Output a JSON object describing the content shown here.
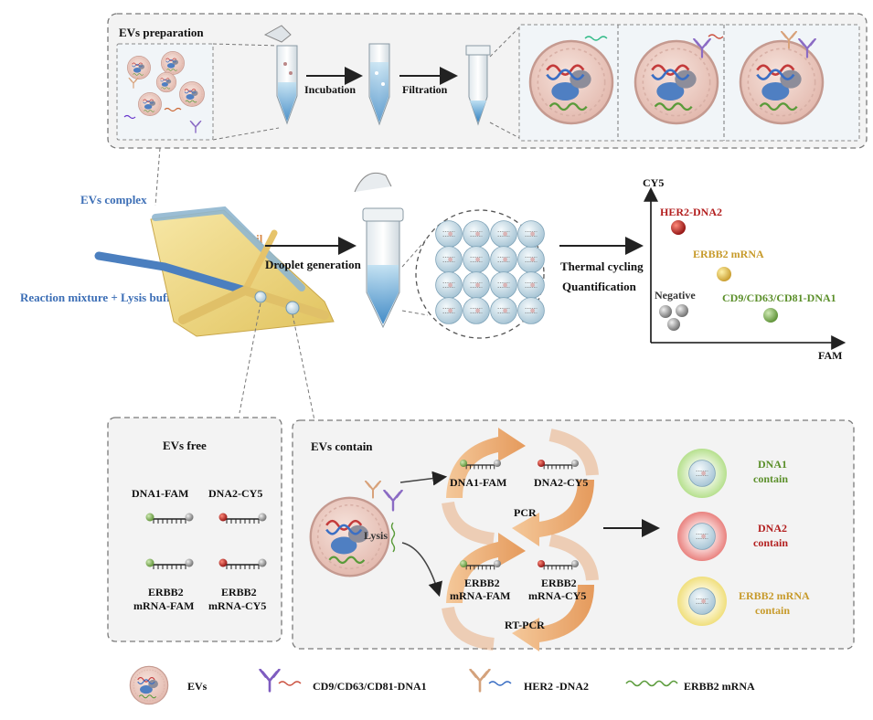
{
  "top": {
    "title": "EVs preparation",
    "step1": "Incubation",
    "step2": "Filtration"
  },
  "chip": {
    "input1": "EVs complex",
    "input2": "Reaction mixture + Lysis buffer",
    "oil": "Oil",
    "step": "Droplet generation"
  },
  "process": {
    "line1": "Thermal cycling",
    "line2": "Quantification"
  },
  "scatter": {
    "ylabel": "CY5",
    "xlabel": "FAM",
    "clusters": [
      {
        "label": "HER2-DNA2",
        "color": "#b31f1f"
      },
      {
        "label": "ERBB2 mRNA",
        "color": "#d4a92c"
      },
      {
        "label": "Negative",
        "color": "#8a8a8a"
      },
      {
        "label": "CD9/CD63/CD81-DNA1",
        "color": "#6aa84f"
      }
    ]
  },
  "free": {
    "title": "EVs free",
    "probes": [
      {
        "line1": "DNA1-FAM",
        "line2": ""
      },
      {
        "line1": "DNA2-CY5",
        "line2": ""
      },
      {
        "line1": "ERBB2",
        "line2": "mRNA-FAM"
      },
      {
        "line1": "ERBB2",
        "line2": "mRNA-CY5"
      }
    ]
  },
  "contain": {
    "title": "EVs contain",
    "lysis": "Lysis",
    "pcr_left": "DNA1-FAM",
    "pcr_right": "DNA2-CY5",
    "pcr": "PCR",
    "rt_left1": "ERBB2",
    "rt_left2": "mRNA-FAM",
    "rt_right1": "ERBB2",
    "rt_right2": "mRNA-CY5",
    "rtpcr": "RT-PCR",
    "results": [
      {
        "line1": "DNA1",
        "line2": "contain",
        "color": "#5b8f2a"
      },
      {
        "line1": "DNA2",
        "line2": "contain",
        "color": "#b31f1f"
      },
      {
        "line1": "ERBB2 mRNA",
        "line2": "contain",
        "color": "#c79a2a"
      }
    ]
  },
  "legend": {
    "items": [
      "EVs",
      "CD9/CD63/CD81-DNA1",
      "HER2 -DNA2",
      "ERBB2 mRNA"
    ]
  }
}
